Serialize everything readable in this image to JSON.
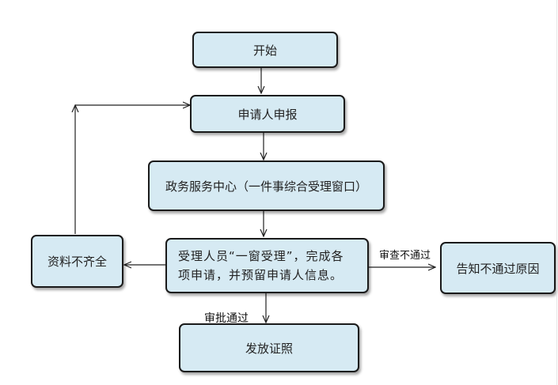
{
  "nodes": {
    "start": "开始",
    "apply": "申请人申报",
    "center": "政务服务中心（一件事综合受理窗口）",
    "accept_line1": "受理人员“一窗受理”，完成各",
    "accept_line2": "项申请，并预留申请人信息。",
    "incomplete": "资料不齐全",
    "reject_reason": "告知不通过原因",
    "issue": "发放证照"
  },
  "edge_labels": {
    "review_fail": "审查不通过",
    "approve_pass": "审批通过"
  }
}
